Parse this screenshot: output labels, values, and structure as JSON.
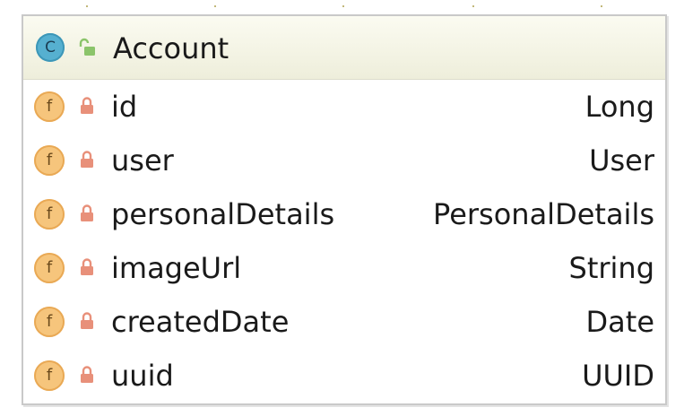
{
  "class": {
    "icon_letter": "C",
    "name": "Account",
    "icon": "class-icon",
    "visibility_icon": "public-icon"
  },
  "fields": [
    {
      "icon_letter": "f",
      "name": "id",
      "type": "Long",
      "visibility_icon": "private-lock-icon"
    },
    {
      "icon_letter": "f",
      "name": "user",
      "type": "User",
      "visibility_icon": "private-lock-icon"
    },
    {
      "icon_letter": "f",
      "name": "personalDetails",
      "type": "PersonalDetails",
      "visibility_icon": "private-lock-icon"
    },
    {
      "icon_letter": "f",
      "name": "imageUrl",
      "type": "String",
      "visibility_icon": "private-lock-icon"
    },
    {
      "icon_letter": "f",
      "name": "createdDate",
      "type": "Date",
      "visibility_icon": "private-lock-icon"
    },
    {
      "icon_letter": "f",
      "name": "uuid",
      "type": "UUID",
      "visibility_icon": "private-lock-icon"
    }
  ],
  "colors": {
    "header_bg": "#eeeedb",
    "class_icon": "#56b0d0",
    "field_icon": "#f6c57c",
    "lock": "#e8907a",
    "public_lock": "#8bc46a",
    "border": "#c9c9c9"
  }
}
